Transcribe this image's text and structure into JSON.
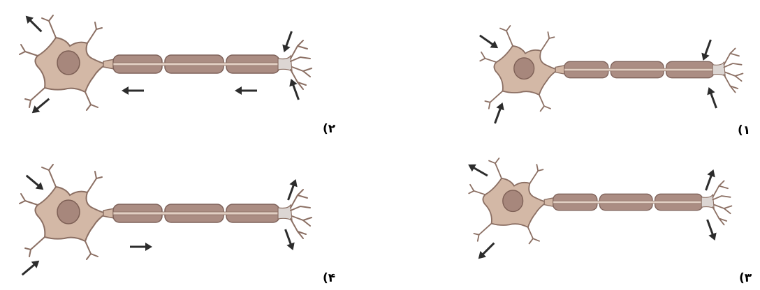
{
  "colors": {
    "soma": "#d3b8a6",
    "soma_outline": "#8b6f63",
    "nucleus": "#a7877c",
    "nucleus_outline": "#7d5f55",
    "myelin": "#ab8d83",
    "myelin_outline": "#7e625a",
    "axon_core": "#e2cfc3",
    "terminal_tip": "#dcd6d3",
    "arrow": "#2c2c2c"
  },
  "panels": [
    {
      "id": "p1",
      "label": "(۱",
      "arrows": [
        "in",
        "in",
        "in",
        "in"
      ],
      "axon_arrow": "none"
    },
    {
      "id": "p2",
      "label": "(۲",
      "arrows": [
        "out",
        "out",
        "in",
        "in"
      ],
      "axon_arrow": "left"
    },
    {
      "id": "p3",
      "label": "(۳",
      "arrows": [
        "out",
        "out",
        "out",
        "out"
      ],
      "axon_arrow": "none"
    },
    {
      "id": "p4",
      "label": "(۴",
      "arrows": [
        "in",
        "in",
        "out",
        "out"
      ],
      "axon_arrow": "right"
    }
  ]
}
